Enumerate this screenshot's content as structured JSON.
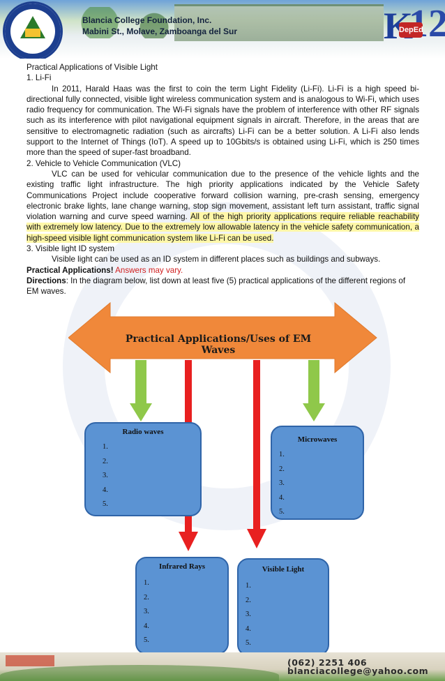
{
  "header": {
    "school_name": "Blancia College Foundation, Inc.",
    "address": "Mabini St., Molave, Zamboanga del Sur",
    "logo_icon": "school-seal-icon",
    "program_logo_icon": "k12-deped-logo-icon"
  },
  "article": {
    "title": "Practical Applications of Visible Light",
    "sec1_heading": "1. Li-Fi",
    "sec1_body": "In 2011, Harald Haas was the first to coin the term Light Fidelity (Li-Fi). Li-Fi is a high speed bi-directional fully connected, visible light wireless communication system and is analogous to Wi-Fi, which uses radio frequency for communication. The Wi-Fi signals have the problem of interference with other RF signals such as its interference with pilot navigational equipment signals in aircraft. Therefore, in the areas that are sensitive to electromagnetic radiation (such as aircrafts) Li-Fi can be a better solution. A Li-Fi also lends support to the Internet of Things (IoT). A speed up to 10Gbits/s is obtained using Li-Fi, which is 250 times more than the speed of super-fast broadband.",
    "sec2_heading": "2. Vehicle to Vehicle Communication (VLC)",
    "sec2_body_a": "VLC can be used for vehicular communication due to the presence of the vehicle lights and the existing traffic light infrastructure. The high priority applications indicated by the Vehicle Safety Communications Project include cooperative forward collision warning, pre-crash sensing, emergency electronic brake lights, lane change warning, stop sign movement, assistant left turn assistant, traffic signal violation warning and curve speed warning. ",
    "sec2_body_b": "All of the high priority applications require reliable reachability with extremely low latency. Due to the extremely low allowable latency in the vehicle safety communication, a high-speed visible light communication system like Li-Fi can be used.",
    "sec3_heading": "3. Visible light ID system",
    "sec3_body": "Visible light can be used as an ID system in different places such as buildings and subways.",
    "practical_label": "Practical Applications!",
    "answers_note": " Answers may vary.",
    "directions_label": "Directions",
    "directions_text": ": In the diagram below, list down at least five (5) practical applications of the different regions of EM waves."
  },
  "diagram": {
    "title": "Practical Applications/Uses of EM Waves",
    "colors": {
      "arrow": "#f0883a",
      "down_green": "#8fc84a",
      "down_red": "#e82020",
      "box": "#5b93d3"
    },
    "boxes": [
      {
        "title": "Radio waves",
        "items": [
          "1.",
          "2.",
          "3.",
          "4.",
          "5."
        ]
      },
      {
        "title": "Microwaves",
        "items": [
          "1.",
          "2.",
          "3.",
          "4.",
          "5."
        ]
      },
      {
        "title": "Infrared Rays",
        "items": [
          "1.",
          "2.",
          "3.",
          "4.",
          "5."
        ]
      },
      {
        "title": "Visible Light",
        "items": [
          "1.",
          "2.",
          "3.",
          "4.",
          "5."
        ]
      }
    ]
  },
  "footer": {
    "phone": "(062) 2251 406",
    "email": "blanciacollege@yahoo.com"
  }
}
